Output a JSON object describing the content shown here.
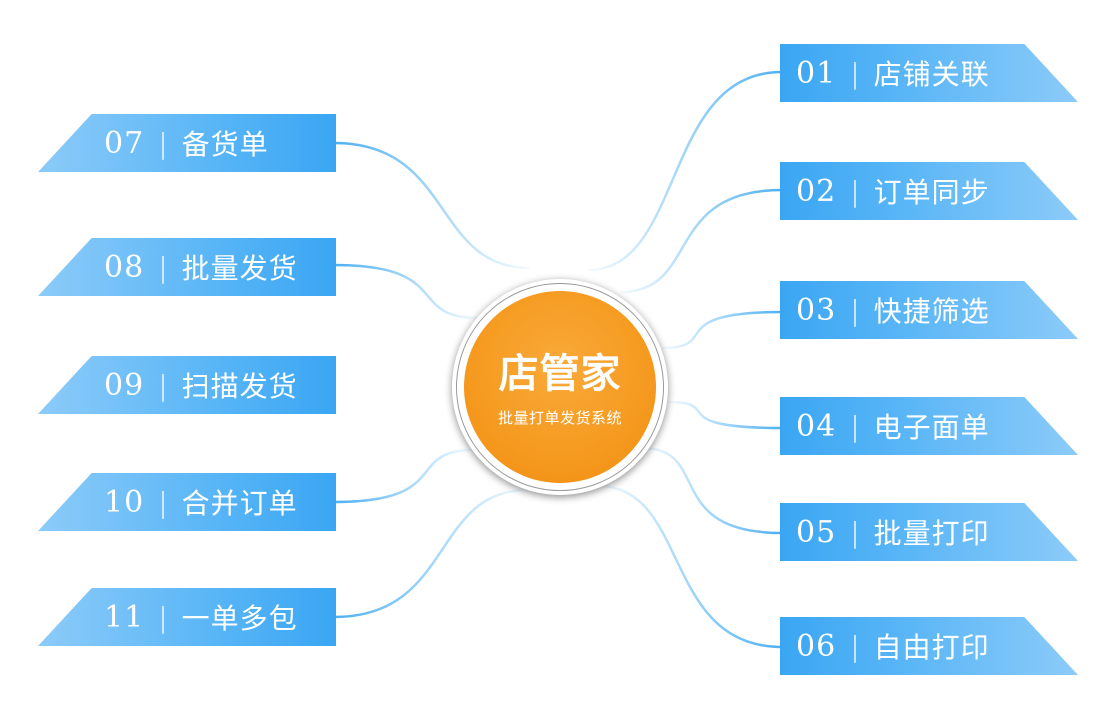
{
  "hub": {
    "title": "店管家",
    "subtitle": "批量打单发货系统"
  },
  "right_items": [
    {
      "number": "01",
      "label": "店铺关联"
    },
    {
      "number": "02",
      "label": "订单同步"
    },
    {
      "number": "03",
      "label": "快捷筛选"
    },
    {
      "number": "04",
      "label": "电子面单"
    },
    {
      "number": "05",
      "label": "批量打印"
    },
    {
      "number": "06",
      "label": "自由打印"
    }
  ],
  "left_items": [
    {
      "number": "07",
      "label": "备货单"
    },
    {
      "number": "08",
      "label": "批量发货"
    },
    {
      "number": "09",
      "label": "扫描发货"
    },
    {
      "number": "10",
      "label": "合并订单"
    },
    {
      "number": "11",
      "label": "一单多包"
    }
  ],
  "separator": "|",
  "colors": {
    "banner_blue": "#3aa6f3",
    "banner_light": "#8ccbf9",
    "hub_orange": "#f59a1f",
    "connector": "#4db0f2"
  }
}
